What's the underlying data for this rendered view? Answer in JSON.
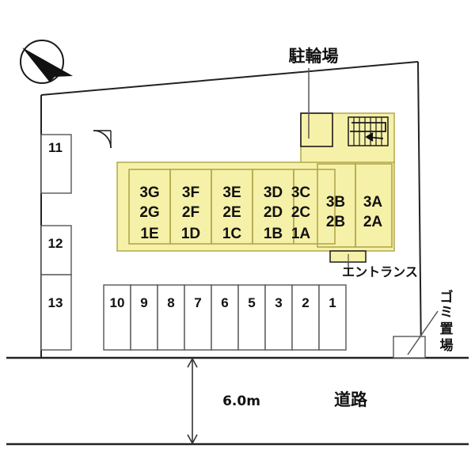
{
  "plan": {
    "title_alt": "apartment-site-plan",
    "colors": {
      "building_fill": "#f6f1a8",
      "building_stroke": "#b3a84e",
      "outline": "#222222",
      "stall_stroke": "#555555",
      "text": "#111111",
      "background": "#ffffff"
    },
    "compass": {
      "name": "north-arrow",
      "direction": "north-west"
    },
    "labels": {
      "bicycle_parking": "駐輪場",
      "entrance": "エントランス",
      "garbage": "ゴミ置場",
      "road": "道路",
      "road_width": "6.0m"
    },
    "building": {
      "units": [
        {
          "col": 1,
          "floors": [
            "3G",
            "2G",
            "1E"
          ]
        },
        {
          "col": 2,
          "floors": [
            "3F",
            "2F",
            "1D"
          ]
        },
        {
          "col": 3,
          "floors": [
            "3E",
            "2E",
            "1C"
          ]
        },
        {
          "col": 4,
          "floors": [
            "3D",
            "2D",
            "1B"
          ]
        },
        {
          "col": 5,
          "floors": [
            "3C",
            "2C",
            "1A"
          ]
        },
        {
          "col": 6,
          "floors": [
            "3B",
            "2B"
          ]
        },
        {
          "col": 7,
          "floors": [
            "3A",
            "2A"
          ]
        }
      ]
    },
    "parking": {
      "bottom_row": [
        "10",
        "9",
        "8",
        "7",
        "6",
        "5",
        "3",
        "2",
        "1"
      ],
      "left_column": [
        "11",
        "12",
        "13"
      ]
    }
  }
}
